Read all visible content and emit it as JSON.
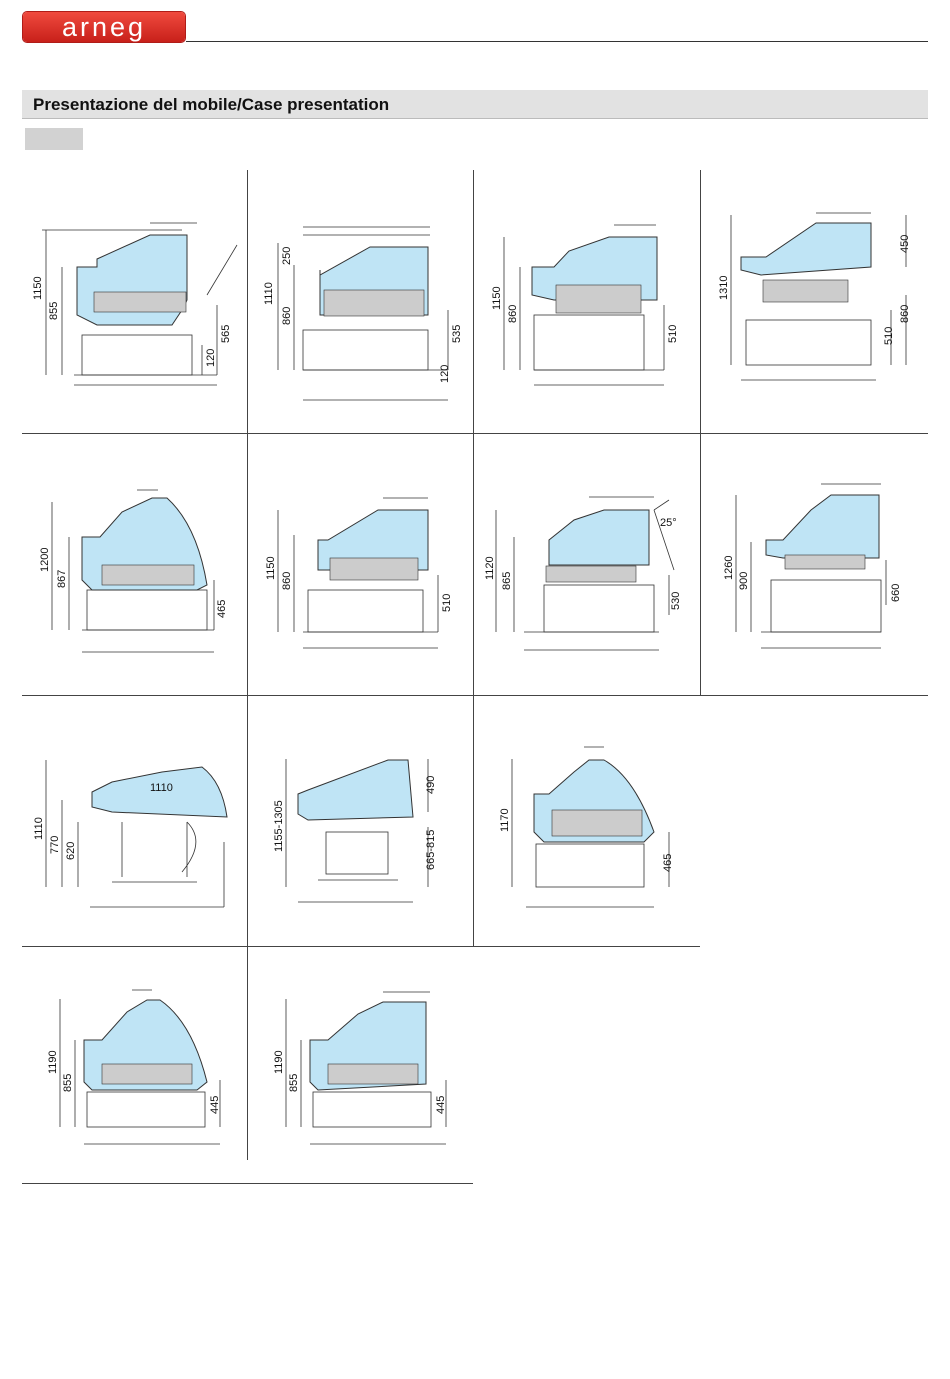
{
  "brand": {
    "logo_text": "arneg"
  },
  "section": {
    "title": "Presentazione del mobile/Case presentation"
  },
  "colors": {
    "glass": "#bfe4f5",
    "brand_red": "#d3251c",
    "rule": "#444444"
  },
  "diagrams": [
    {
      "dims": [
        "1150",
        "855",
        "565",
        "120"
      ]
    },
    {
      "dims": [
        "1110",
        "860",
        "250",
        "535",
        "120"
      ]
    },
    {
      "dims": [
        "1150",
        "860",
        "510"
      ]
    },
    {
      "dims": [
        "1310",
        "450",
        "510",
        "860"
      ]
    },
    {
      "dims": [
        "1200",
        "867",
        "465"
      ]
    },
    {
      "dims": [
        "1150",
        "860",
        "510"
      ]
    },
    {
      "dims": [
        "1120",
        "865",
        "530",
        "25°"
      ]
    },
    {
      "dims": [
        "1260",
        "900",
        "660"
      ]
    },
    {
      "dims": [
        "1110",
        "770",
        "620",
        "1110"
      ]
    },
    {
      "dims": [
        "1155-1305",
        "490",
        "665-815"
      ]
    },
    {
      "dims": [
        "1170",
        "465"
      ]
    },
    {
      "dims": [
        "1190",
        "855",
        "445"
      ]
    },
    {
      "dims": [
        "1190",
        "855",
        "445"
      ]
    }
  ]
}
